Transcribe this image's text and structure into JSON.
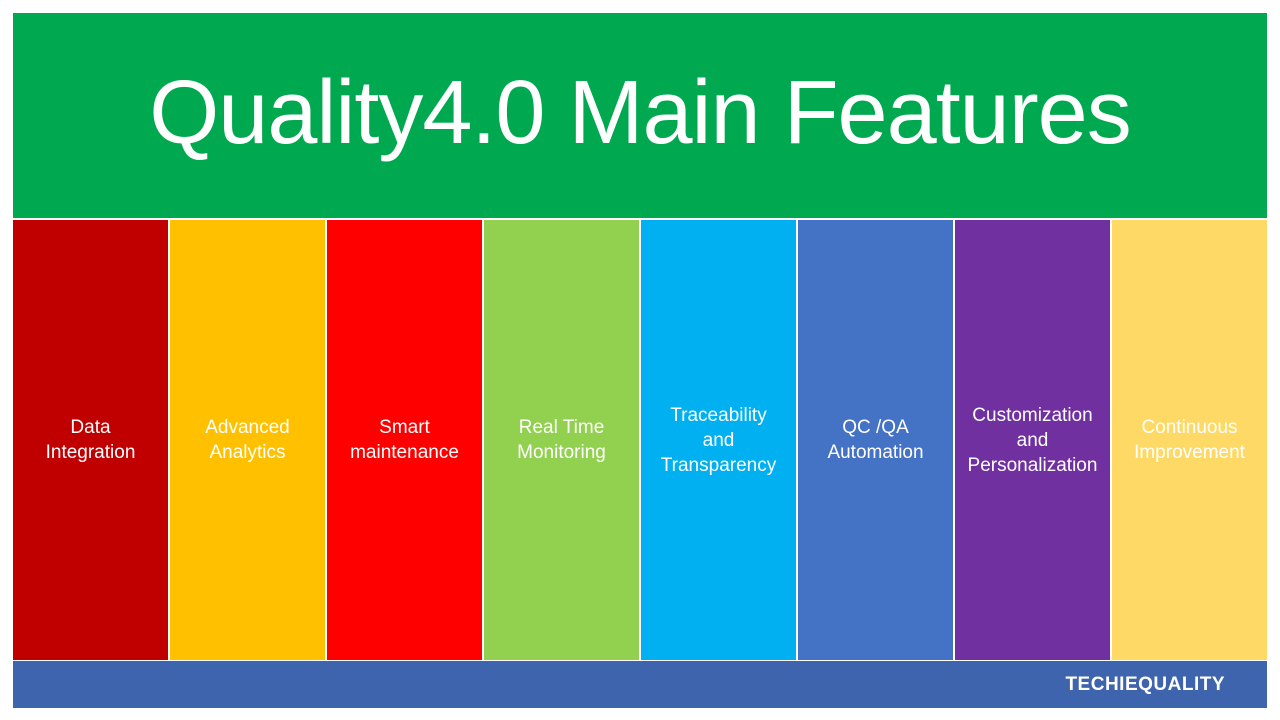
{
  "slide": {
    "title": "Quality4.0 Main Features",
    "colors": {
      "header_bg": "#00A950",
      "title_text": "#FFFFFF",
      "footer_bg": "#3E64AD",
      "footer_text": "#FFFFFF",
      "feature_text": "#FFFFFF",
      "background": "#FFFFFF"
    },
    "features": [
      {
        "label": "Data\nIntegration",
        "color": "#C00000"
      },
      {
        "label": "Advanced\nAnalytics",
        "color": "#FFC000"
      },
      {
        "label": "Smart\nmaintenance",
        "color": "#FF0000"
      },
      {
        "label": "Real Time\nMonitoring",
        "color": "#92D050"
      },
      {
        "label": "Traceability\nand\nTransparency",
        "color": "#00B0F0"
      },
      {
        "label": "QC /QA\nAutomation",
        "color": "#4472C4"
      },
      {
        "label": "Customization\nand\nPersonalization",
        "color": "#7030A0"
      },
      {
        "label": "Continuous\nImprovement",
        "color": "#FFD966"
      }
    ],
    "footer": {
      "brand": "TECHIEQUALITY"
    }
  }
}
